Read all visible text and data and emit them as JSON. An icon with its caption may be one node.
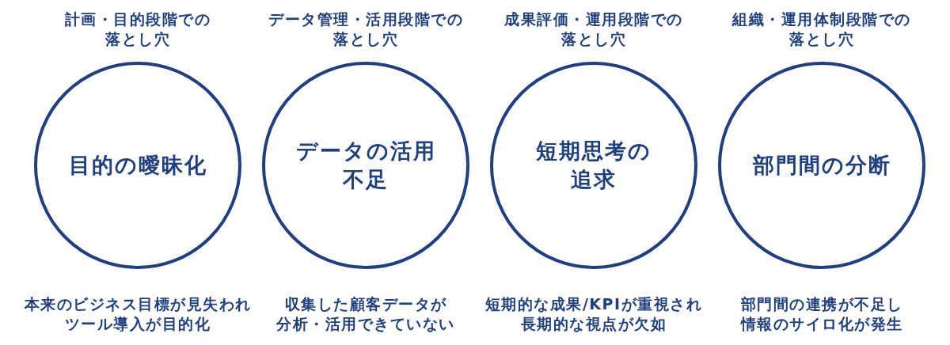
{
  "diagram": {
    "nodes": [
      {
        "text": [
          "計画・目的段階での落とし穴",
          "目的の曖昧化"
        ],
        "beside": [
          "本来のビジネス目標が見失われツール導入が目的化"
        ]
      },
      {
        "text": [
          "データ管理・活用段階での落とし穴",
          "データの活用不足"
        ],
        "beside": [
          "収集した顧客データが分析・活用できていない"
        ]
      },
      {
        "text": [
          "成果評価・運用段階での落とし穴",
          "短期思考の追求"
        ],
        "beside": [
          "短期的な成果/KPIが重視され長期的な視点が欠如"
        ]
      },
      {
        "text": [
          "組織・運用体制段階での落とし穴",
          "部門間の分断"
        ],
        "beside": [
          "部門間の連携が不足し情報のサイロ化が発生"
        ]
      }
    ]
  }
}
